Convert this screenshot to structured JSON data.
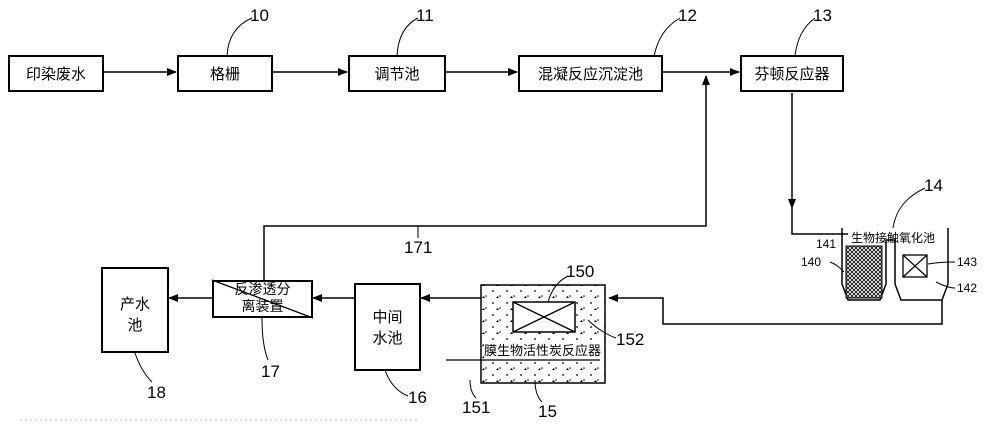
{
  "nodes": {
    "wastewater": "印染废水",
    "grille": "格栅",
    "regulating_tank": "调节池",
    "coagulation_tank": "混凝反应沉淀池",
    "fenton_reactor": "芬顿反应器",
    "bio_contact_tank": "生物接触氧化池",
    "membrane_reactor": "膜生物活性炭反应器",
    "intermediate_tank_line1": "中间",
    "intermediate_tank_line2": "水池",
    "ro_unit_line1": "反渗透分",
    "ro_unit_line2": "离装置",
    "product_tank_line1": "产水",
    "product_tank_line2": "池"
  },
  "refs": {
    "grille": "10",
    "regulating_tank": "11",
    "coagulation_tank": "12",
    "fenton_reactor": "13",
    "bio_contact_tank": "14",
    "bio_sub_140": "140",
    "bio_sub_141": "141",
    "bio_sub_142": "142",
    "bio_sub_143": "143",
    "membrane_reactor": "15",
    "membrane_sub_150": "150",
    "membrane_sub_151": "151",
    "membrane_sub_152": "152",
    "intermediate_tank": "16",
    "ro_unit": "17",
    "recycle_line": "171",
    "product_tank": "18"
  }
}
